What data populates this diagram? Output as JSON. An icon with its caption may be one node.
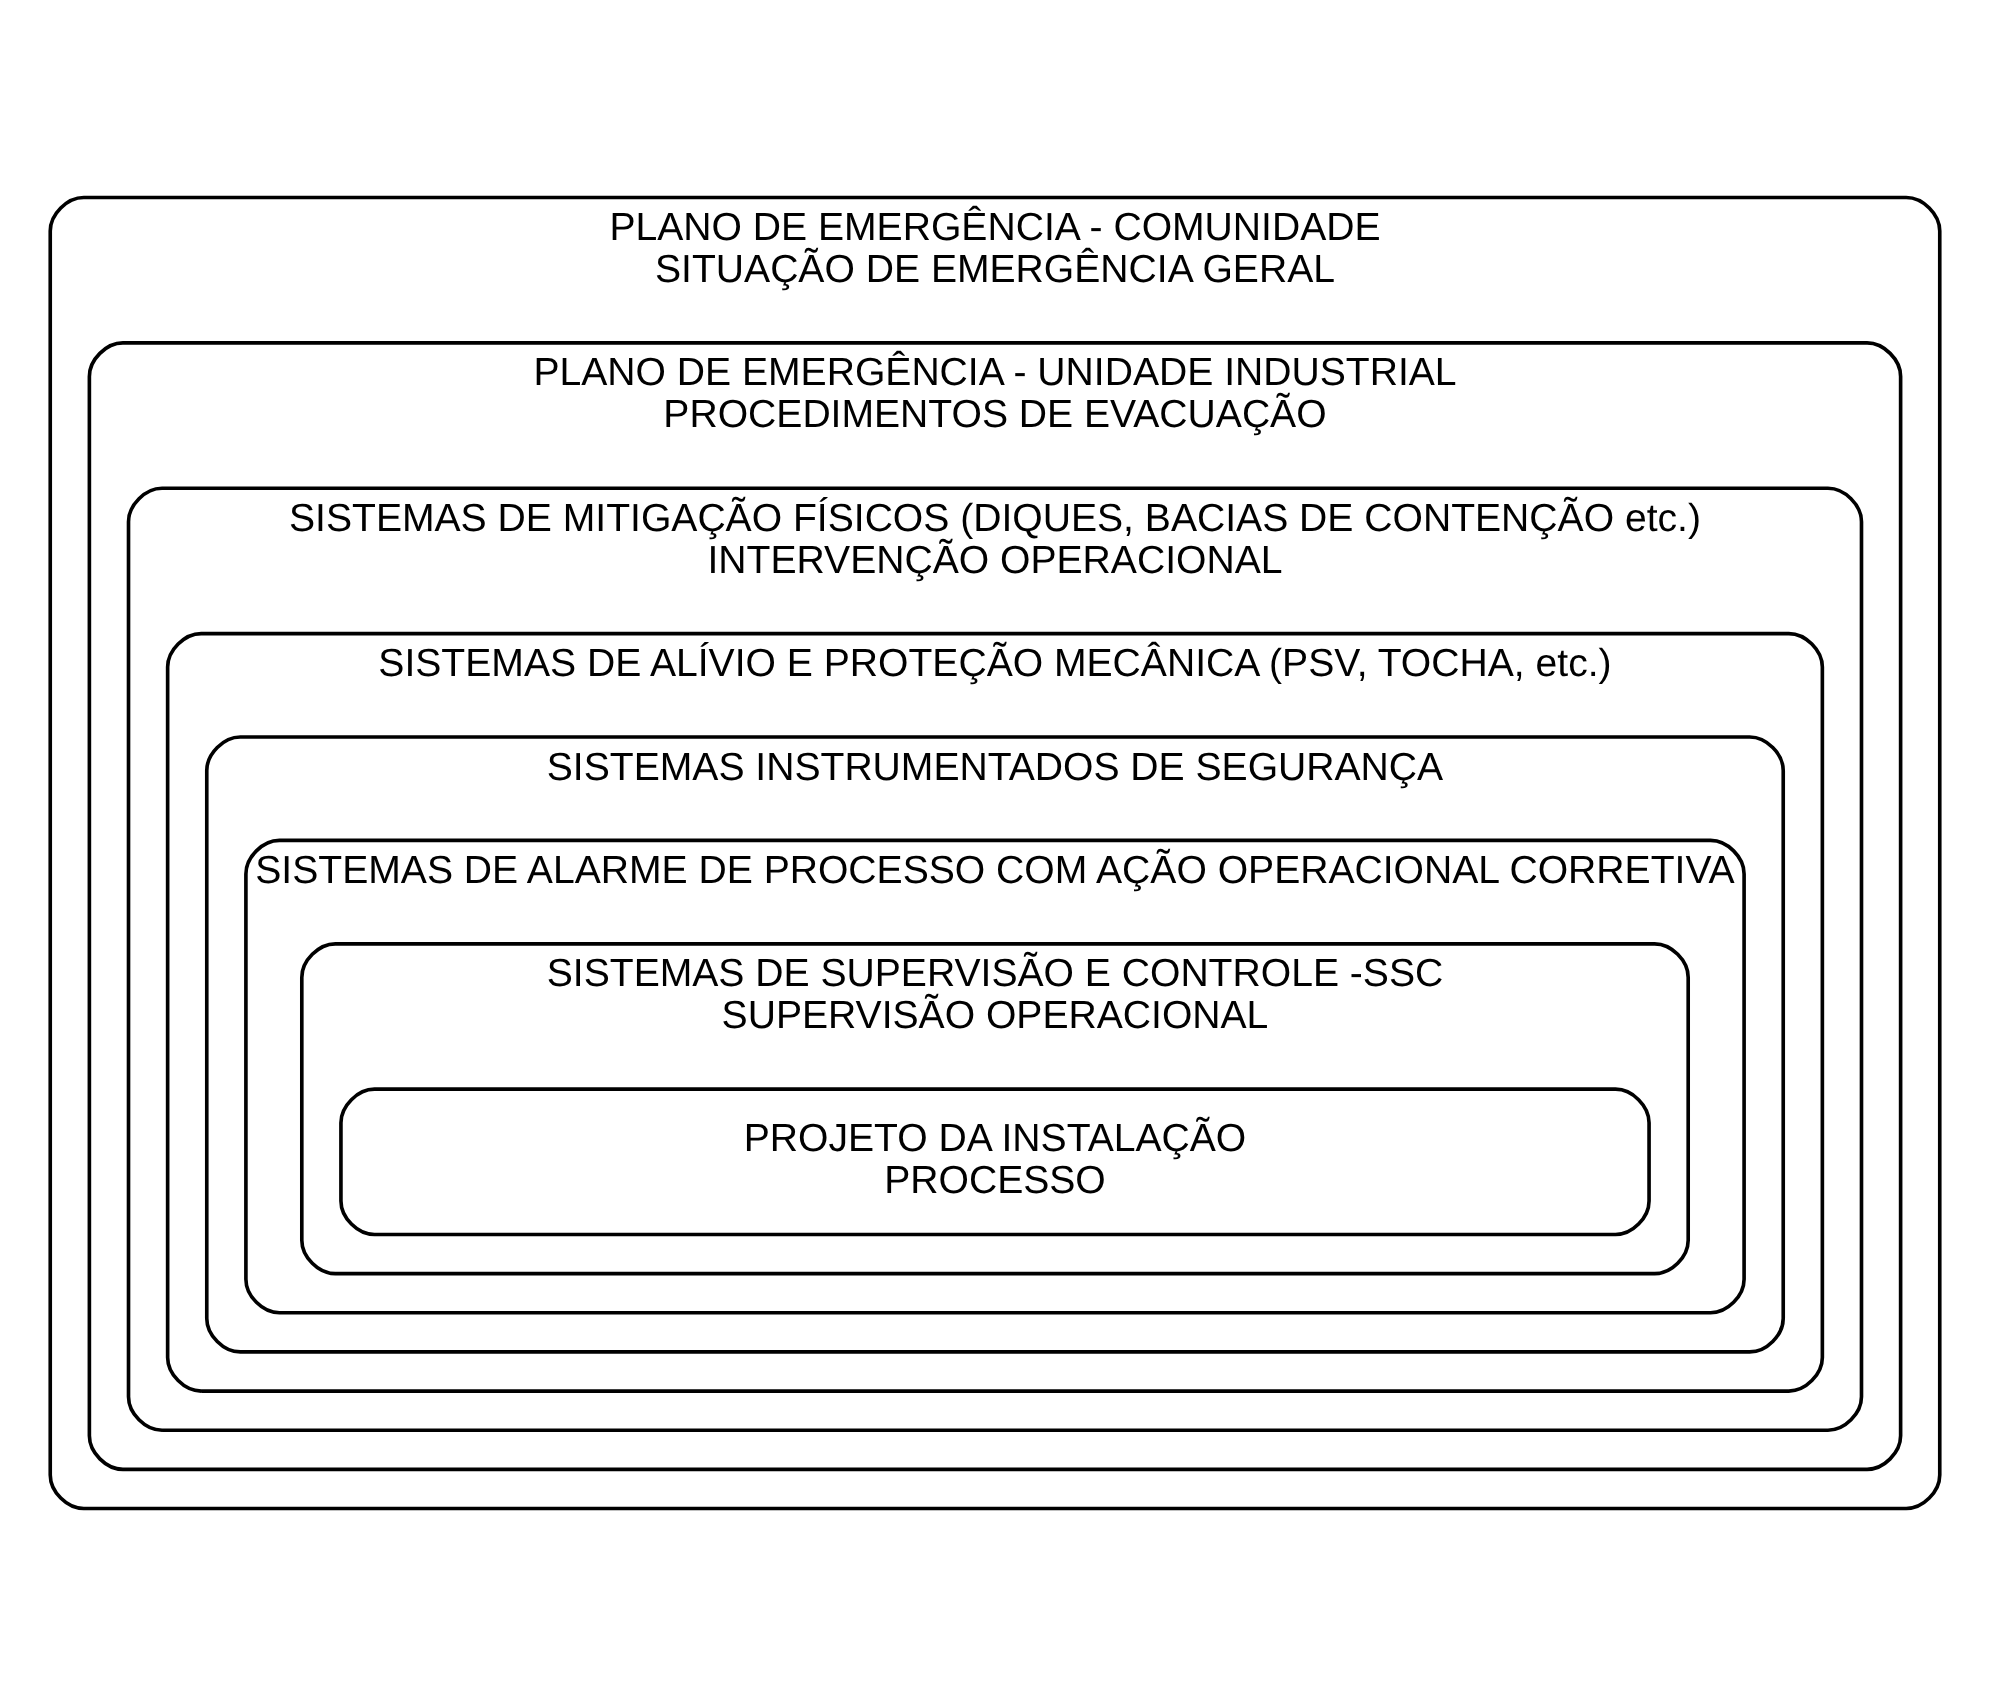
{
  "diagram": {
    "nodes": [
      {
        "text": [
          "PLANO DE EMERGÊNCIA - COMUNIDADE",
          "SITUAÇÃO DE EMERGÊNCIA GERAL"
        ]
      },
      {
        "text": [
          "PLANO DE EMERGÊNCIA - UNIDADE INDUSTRIAL",
          "PROCEDIMENTOS DE EVACUAÇÃO"
        ],
        "in": 0
      },
      {
        "text": [
          "SISTEMAS DE MITIGAÇÃO FÍSICOS (DIQUES, BACIAS DE CONTENÇÃO etc.)",
          "INTERVENÇÃO OPERACIONAL"
        ],
        "in": 1
      },
      {
        "text": [
          "SISTEMAS DE ALÍVIO E PROTEÇÃO MECÂNICA (PSV, TOCHA, etc.)"
        ],
        "in": 2
      },
      {
        "text": [
          "SISTEMAS INSTRUMENTADOS DE SEGURANÇA"
        ],
        "in": 3
      },
      {
        "text": [
          "SISTEMAS DE ALARME DE PROCESSO COM AÇÃO OPERACIONAL CORRETIVA"
        ],
        "in": 4
      },
      {
        "text": [
          "SISTEMAS DE SUPERVISÃO E CONTROLE -SSC",
          "SUPERVISÃO OPERACIONAL"
        ],
        "in": 5
      },
      {
        "text": [
          "PROJETO DA INSTALAÇÃO",
          "PROCESSO"
        ],
        "in": 6
      }
    ],
    "edges": []
  }
}
